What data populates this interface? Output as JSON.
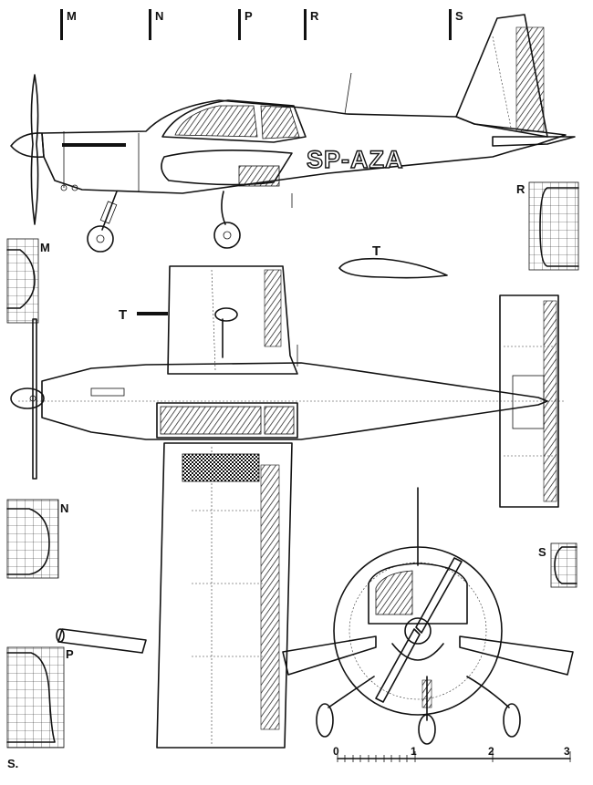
{
  "section_markers": [
    "M",
    "N",
    "P",
    "R",
    "S"
  ],
  "registration": "SP-AZA",
  "profile_labels": {
    "R": "R",
    "M": "M",
    "T_side": "T",
    "T_plan": "T",
    "N": "N",
    "S": "S",
    "P": "P"
  },
  "corner_label": "S.",
  "scale_bar": {
    "ticks": [
      "0",
      "1",
      "2",
      "3"
    ]
  }
}
